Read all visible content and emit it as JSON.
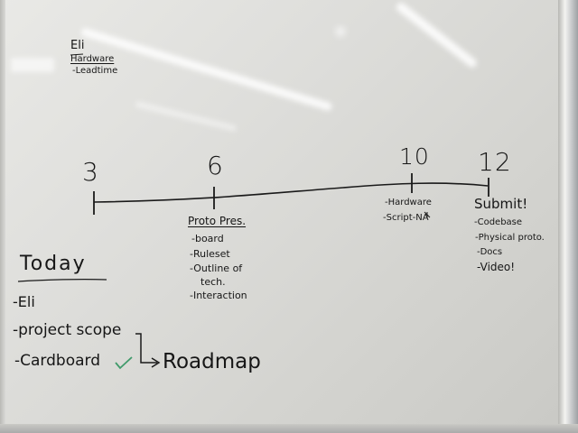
{
  "eli_note": {
    "name": "Eli",
    "line1": "Hardware",
    "line2": "-Leadtime"
  },
  "timeline": {
    "weeks": [
      "3",
      "6",
      "10",
      "12"
    ],
    "week6": {
      "heading": "Proto Pres.",
      "items": [
        "-board",
        "-Ruleset",
        "-Outline of",
        "tech.",
        "-Interaction"
      ]
    },
    "week10": {
      "items": [
        "-Hardware",
        "-Script-NA"
      ]
    },
    "week12": {
      "heading": "Submit!",
      "items": [
        "-Codebase",
        "-Physical proto.",
        "-Docs",
        "-Video!"
      ]
    }
  },
  "today": {
    "heading": "Today",
    "items": [
      "-Eli",
      "-project scope",
      "-Cardboard"
    ],
    "check_color": "#3f9a6a",
    "arrow_target": "Roadmap"
  },
  "colors": {
    "board": "#dcdcd9",
    "marker": "#161616"
  }
}
